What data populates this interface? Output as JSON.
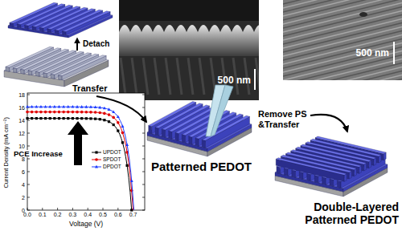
{
  "diagram": {
    "labels": [
      "Detach",
      "Transfer",
      "500 nm",
      "500 nm",
      "PCE Increase",
      "Patterned PEDOT",
      "Remove PS &Transfer",
      "Double-Layered Patterned PEDOT",
      "Current Density (mA cm⁻²)",
      "0",
      "2",
      "4",
      "6",
      "8",
      "10",
      "12",
      "14",
      "16",
      "18",
      "0.0",
      "0.1",
      "0.2",
      "0.3",
      "0.4",
      "0.5",
      "0.6",
      "0.7",
      "Voltage (V)"
    ],
    "legend": [
      {
        "text": "UPDOT"
      },
      {
        "text": "SPDOT"
      },
      {
        "text": "DPDOT"
      }
    ]
  }
}
